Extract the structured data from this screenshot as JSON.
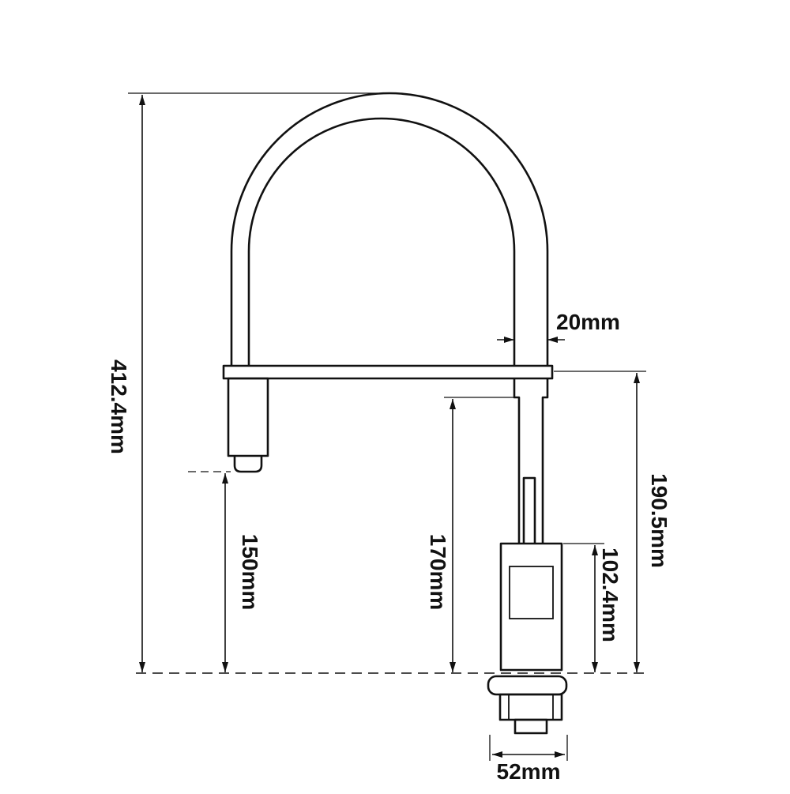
{
  "drawing": {
    "type": "faucet-dimension-diagram",
    "background": "#ffffff",
    "line_color": "#111111",
    "unit": "mm"
  },
  "labels": {
    "total_height": "412.4mm",
    "spout_tube_width": "20mm",
    "spout_to_deck_height": "190.5mm",
    "neck_height": "170mm",
    "sprayer_clearance": "150mm",
    "body_height": "102.4mm",
    "base_width": "52mm"
  }
}
